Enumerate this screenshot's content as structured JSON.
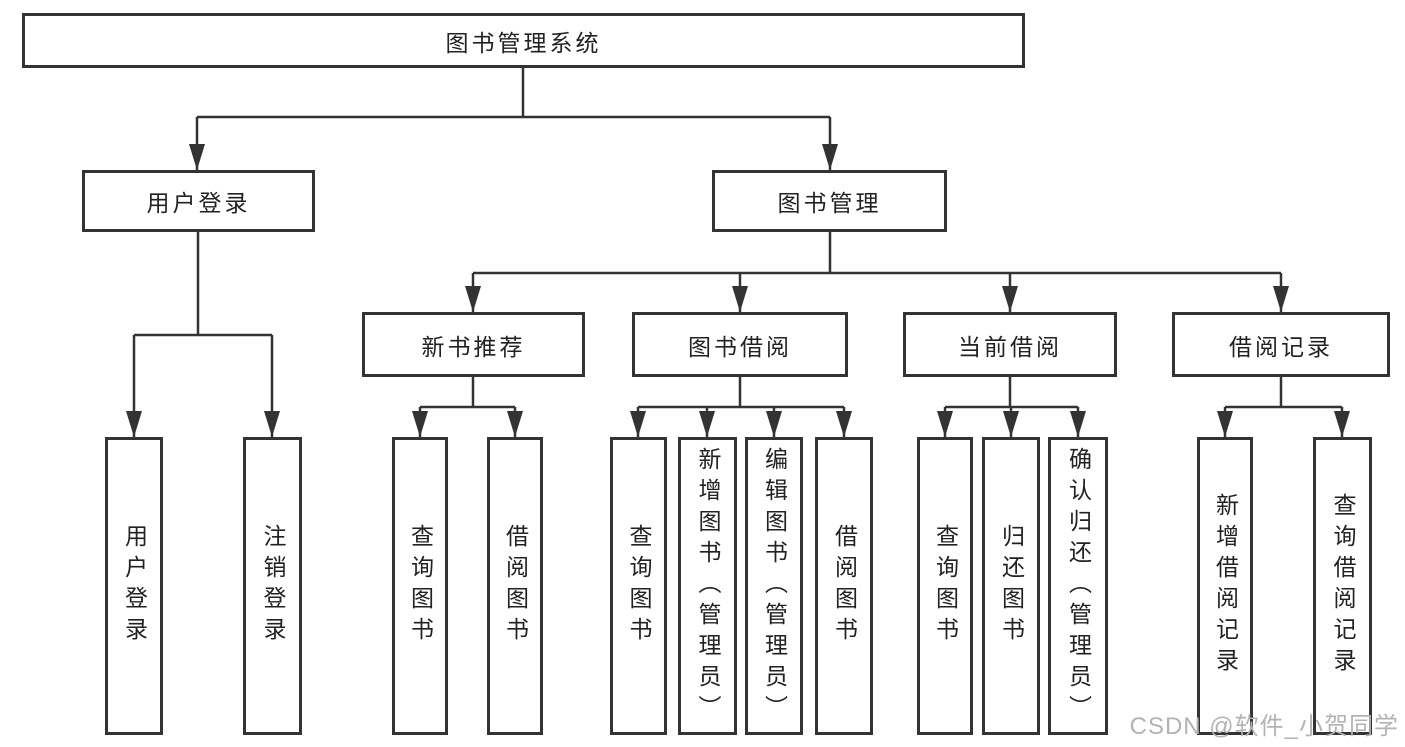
{
  "diagram": {
    "root": "图书管理系统",
    "branches": [
      {
        "label": "用户登录",
        "children": [
          "用户登录",
          "注销登录"
        ]
      },
      {
        "label": "图书管理",
        "groups": [
          {
            "label": "新书推荐",
            "children": [
              "查询图书",
              "借阅图书"
            ]
          },
          {
            "label": "图书借阅",
            "children": [
              "查询图书",
              "新增图书（管理员）",
              "编辑图书（管理员）",
              "借阅图书"
            ]
          },
          {
            "label": "当前借阅",
            "children": [
              "查询图书",
              "归还图书",
              "确认归还（管理员）"
            ]
          },
          {
            "label": "借阅记录",
            "children": [
              "新增借阅记录",
              "查询借阅记录"
            ]
          }
        ]
      }
    ]
  },
  "watermark": "CSDN @软件_小贺同学",
  "colors": {
    "line": "#333333",
    "text": "#222222",
    "background": "#ffffff",
    "watermark": "#b3b3b3"
  }
}
